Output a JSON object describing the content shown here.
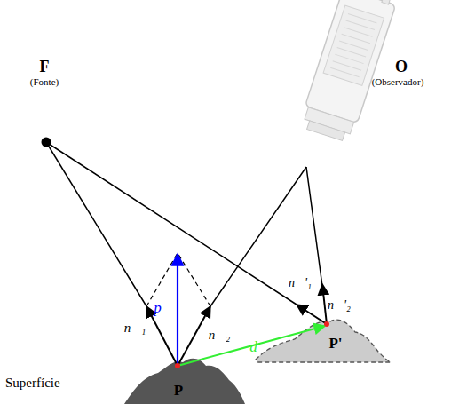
{
  "diagram": {
    "labels": [
      "F",
      "(Fonte)",
      "O",
      "(Observador)",
      "Superfície",
      "P",
      "P'",
      "n⃗₁",
      "p⃗",
      "n⃗₂",
      "d⃗",
      "n⃗'₁",
      "n⃗'₂"
    ]
  }
}
